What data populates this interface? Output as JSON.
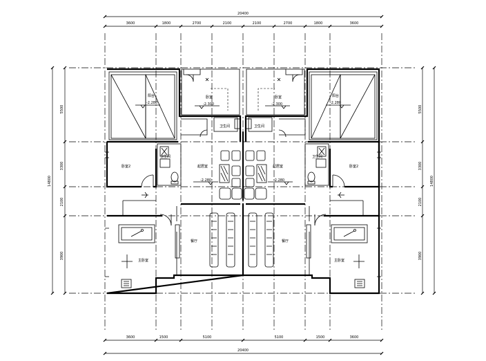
{
  "dimensions": {
    "overall_width": "20400",
    "top": [
      "3600",
      "1800",
      "2700",
      "2100",
      "2100",
      "2700",
      "1800",
      "3600"
    ],
    "bottom": [
      "3600",
      "1500",
      "5100",
      "5100",
      "1500",
      "3600"
    ],
    "left": [
      "5500",
      "3300",
      "2100",
      "3900"
    ],
    "left_total": "14800",
    "right": [
      "5500",
      "3300",
      "2100",
      "3900"
    ],
    "right_total": "14800"
  },
  "levels": {
    "balcony_left": "-2.280",
    "balcony_right": "-2.280",
    "room_top_left": "-2.300",
    "room_top_right": "-2.300",
    "living_left": "-2.280",
    "living_right": "-2.280"
  },
  "room_labels": {
    "room_tl": "阳台",
    "room_tr": "阳台",
    "top_mid_left": "卧室",
    "top_mid_right": "卧室",
    "small_left": "卫生间",
    "small_right": "卫生间",
    "bed2_left": "卧室2",
    "bed2_right": "卧室2",
    "living_left": "起居室",
    "living_right": "起居室",
    "dining_left": "餐厅",
    "dining_right": "餐厅",
    "master_left": "主卧室",
    "master_right": "主卧室",
    "wc_left": "卫生间",
    "wc_right": "卫生间"
  }
}
